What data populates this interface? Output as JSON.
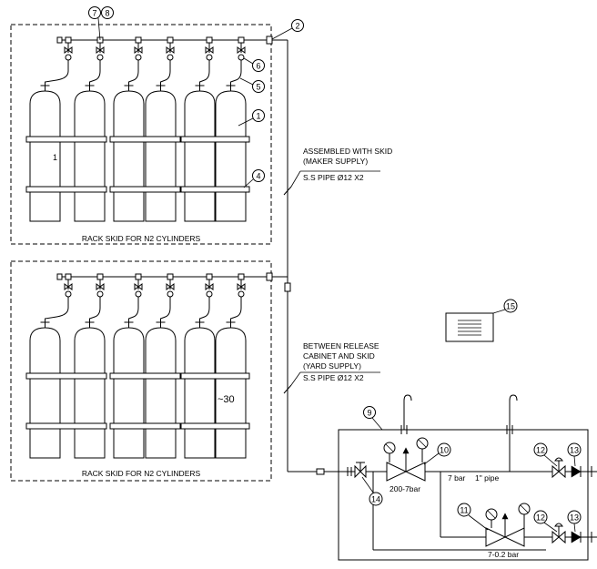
{
  "upper_rack": {
    "title": "RACK SKID  FOR N2 CYLINDERS",
    "cylinder_label": "1"
  },
  "lower_rack": {
    "title": "RACK SKID  FOR N2 CYLINDERS",
    "cylinder_label": "~30"
  },
  "note_upper": {
    "line1": "ASSEMBLED WITH SKID",
    "line2": "(MAKER SUPPLY)",
    "line3": "S.S PIPE Ø12 X2"
  },
  "note_lower": {
    "line1": "BETWEEN RELEASE",
    "line2": "CABINET AND SKID",
    "line3": "(YARD SUPPLY)",
    "line4": "S.S PIPE Ø12 X2"
  },
  "callouts": {
    "c78a": "7",
    "c78b": "8",
    "c2": "2",
    "c6": "6",
    "c5": "5",
    "c1": "1",
    "c4": "4",
    "c15": "15",
    "c9": "9",
    "c10": "10",
    "c12a": "12",
    "c13a": "13",
    "c14": "14",
    "c11": "11",
    "c12b": "12",
    "c13b": "13"
  },
  "cabinet": {
    "reducer1": "200-7bar",
    "pressure": "7 bar",
    "pipe": "1\" pipe",
    "reducer2": "7-0.2 bar"
  }
}
